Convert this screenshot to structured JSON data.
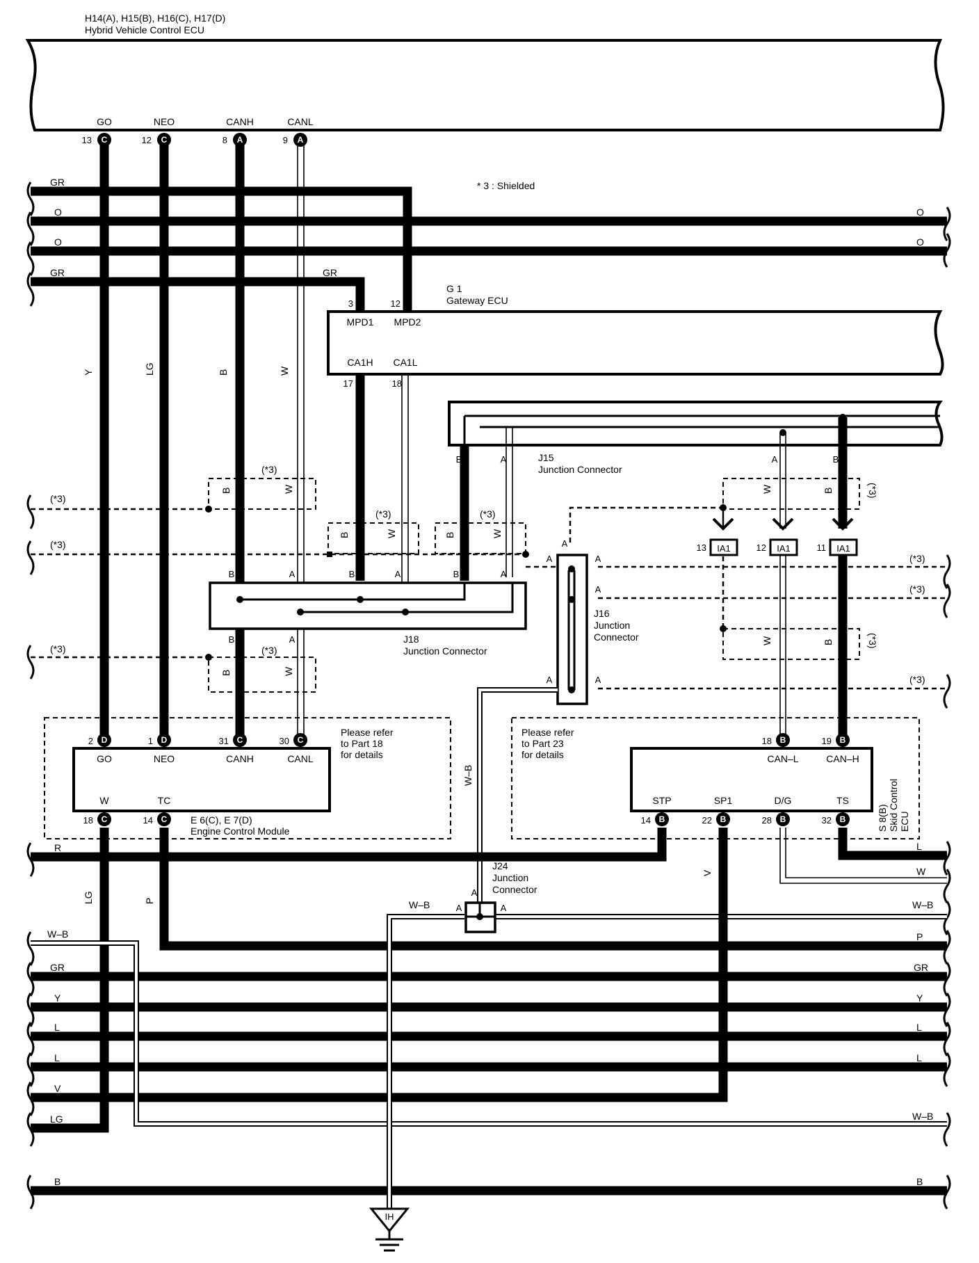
{
  "hv_ecu": {
    "connectors": "H14(A), H15(B), H16(C), H17(D)",
    "name": "Hybrid Vehicle Control ECU",
    "pins": [
      {
        "num": "13",
        "conn": "C",
        "name": "GO"
      },
      {
        "num": "12",
        "conn": "C",
        "name": "NEO"
      },
      {
        "num": "8",
        "conn": "A",
        "name": "CANH"
      },
      {
        "num": "9",
        "conn": "A",
        "name": "CANL"
      }
    ]
  },
  "shield_note": "* 3 : Shielded",
  "gateway": {
    "id": "G 1",
    "name": "Gateway ECU",
    "pins_top": [
      {
        "num": "3",
        "name": "MPD1"
      },
      {
        "num": "12",
        "name": "MPD2"
      }
    ],
    "pins_bottom": [
      {
        "num": "17",
        "name": "CA1H"
      },
      {
        "num": "18",
        "name": "CA1L"
      }
    ]
  },
  "j15": {
    "id": "J15",
    "name": "Junction Connector",
    "pins": [
      "B",
      "A",
      "A",
      "B"
    ]
  },
  "j18": {
    "id": "J18",
    "name": "Junction Connector",
    "top_pins": [
      "B",
      "A",
      "B",
      "A",
      "B",
      "A"
    ],
    "bottom_pins": [
      "B",
      "A"
    ]
  },
  "j16": {
    "id": "J16",
    "name1": "Junction",
    "name2": "Connector",
    "pins": [
      "A",
      "A",
      "A",
      "A",
      "A",
      "A"
    ]
  },
  "j24": {
    "id": "J24",
    "name1": "Junction",
    "name2": "Connector",
    "pins": [
      "A",
      "A",
      "A"
    ]
  },
  "ia1": [
    {
      "num": "13",
      "label": "IA1"
    },
    {
      "num": "12",
      "label": "IA1"
    },
    {
      "num": "11",
      "label": "IA1"
    }
  ],
  "ecm": {
    "connectors": "E 6(C), E 7(D)",
    "name": "Engine Control Module",
    "refer": [
      "Please refer",
      "to Part 18",
      "for details"
    ],
    "pins_top": [
      {
        "num": "2",
        "conn": "D",
        "name": "GO"
      },
      {
        "num": "1",
        "conn": "D",
        "name": "NEO"
      },
      {
        "num": "31",
        "conn": "C",
        "name": "CANH"
      },
      {
        "num": "30",
        "conn": "C",
        "name": "CANL"
      }
    ],
    "pins_bottom": [
      {
        "num": "18",
        "conn": "C",
        "name": "W"
      },
      {
        "num": "14",
        "conn": "C",
        "name": "TC"
      }
    ]
  },
  "skid": {
    "connectors": "S 8(B)",
    "name1": "Skid Control",
    "name2": "ECU",
    "refer": [
      "Please refer",
      "to Part 23",
      "for details"
    ],
    "pins_top": [
      {
        "num": "18",
        "conn": "B",
        "name": "CAN–L"
      },
      {
        "num": "19",
        "conn": "B",
        "name": "CAN–H"
      }
    ],
    "pins_bottom": [
      {
        "num": "14",
        "conn": "B",
        "name": "STP"
      },
      {
        "num": "22",
        "conn": "B",
        "name": "SP1"
      },
      {
        "num": "28",
        "conn": "B",
        "name": "D/G"
      },
      {
        "num": "32",
        "conn": "B",
        "name": "TS"
      }
    ]
  },
  "ground": {
    "label": "IH"
  },
  "wire_colors": {
    "gr": "GR",
    "o": "O",
    "y": "Y",
    "lg": "LG",
    "b": "B",
    "w": "W",
    "wb": "W–B",
    "wb2": "W–B",
    "r": "R",
    "p": "P",
    "l": "L",
    "v": "V",
    "shield": "(*3)"
  }
}
